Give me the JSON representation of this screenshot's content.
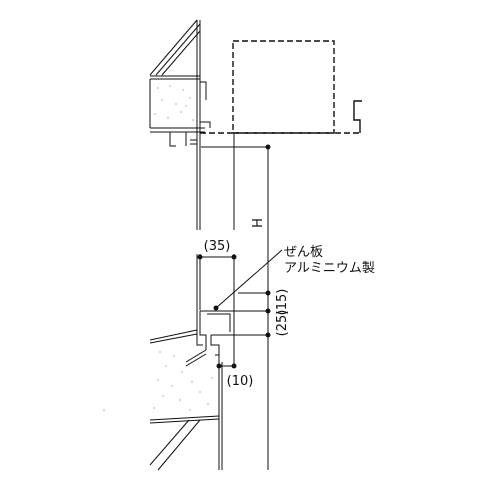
{
  "labels": {
    "height": "H",
    "width_35": "(35)",
    "dim_15": "(15)",
    "dim_25": "(25)",
    "dim_10": "(10)",
    "material_line1": "ぜん板",
    "material_line2": "アルミニウム製"
  },
  "colors": {
    "line": "#111111",
    "hatch": "#666666",
    "background": "#ffffff"
  }
}
